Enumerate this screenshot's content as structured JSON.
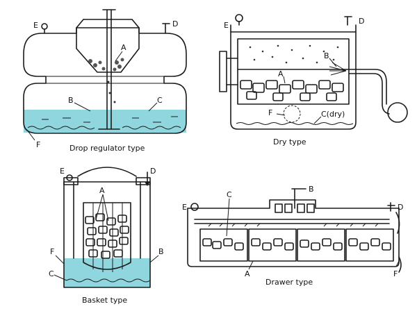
{
  "colors": {
    "water": "#8fd6df",
    "ink": "#1a1a1a",
    "paper": "#ffffff"
  },
  "panels": {
    "drop": {
      "caption": "Drop regulator type",
      "labels": {
        "A": "A",
        "B": "B",
        "C": "C",
        "D": "D",
        "E": "E",
        "F": "F"
      }
    },
    "dry": {
      "caption": "Dry type",
      "labels": {
        "A": "A",
        "B": "B",
        "C": "C(dry)",
        "D": "D",
        "E": "E",
        "F": "F"
      }
    },
    "basket": {
      "caption": "Basket type",
      "labels": {
        "A": "A",
        "B": "B",
        "C": "C",
        "D": "D",
        "E": "E",
        "F": "F"
      }
    },
    "drawer": {
      "caption": "Drawer type",
      "labels": {
        "A": "A",
        "B": "B",
        "C": "C",
        "D": "D",
        "E": "E",
        "F": "F"
      }
    }
  }
}
